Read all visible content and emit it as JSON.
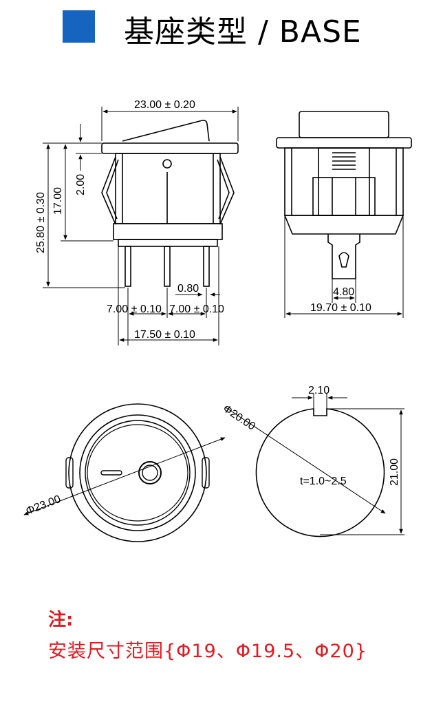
{
  "header": {
    "title": "基座类型 / BASE",
    "accent_color": "#1565c0"
  },
  "side_view": {
    "width_top": "23.00 ± 0.20",
    "flange": "2.00",
    "height_body": "17.00",
    "height_total": "25.80 ± 0.30",
    "pin_thickness": "0.80",
    "pitch_left": "7.00 ± 0.10",
    "pitch_right": "7.00 ± 0.10",
    "pins_span": "17.50 ± 0.10"
  },
  "end_view": {
    "terminal_width": "4.80",
    "body_width": "19.70 ± 0.10"
  },
  "top_view": {
    "outer_diameter": "Φ23.00"
  },
  "panel_cutout": {
    "key_width": "2.10",
    "hole_diameter": "Φ20.00",
    "height": "21.00",
    "thickness": "t=1.0~2.5"
  },
  "note": {
    "label": "注:",
    "text": "安装尺寸范围{Φ19、Φ19.5、Φ20}",
    "color": "#e5171f"
  }
}
